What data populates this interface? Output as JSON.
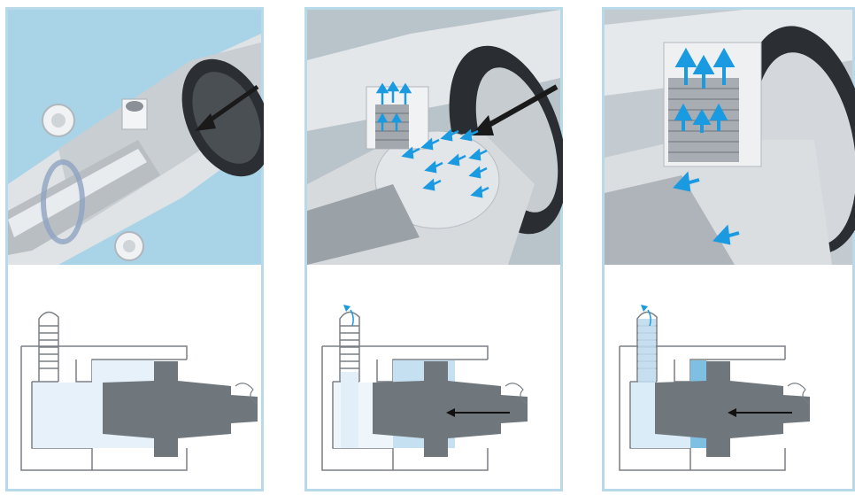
{
  "figure": {
    "panels": [
      {
        "id": "panel-1",
        "stage": "piston-start",
        "piston_arrow": true,
        "air_arrows": false,
        "cushion_fill": "light"
      },
      {
        "id": "panel-2",
        "stage": "air-displaced",
        "piston_arrow": true,
        "air_arrows": true,
        "cushion_fill": "medium"
      },
      {
        "id": "panel-3",
        "stage": "end-position",
        "piston_arrow": true,
        "air_arrows": true,
        "cushion_fill": "dark"
      }
    ],
    "colors": {
      "frame": "#b7d9ea",
      "photo_bg": "#a9d3e6",
      "schematic_line": "#7a7f84",
      "piston": "#6f777d",
      "air_light": "#e6f1f9",
      "air_medium": "#c5e0f0",
      "air_dark": "#7fc0e2",
      "arrow_blue": "#1a9ae0",
      "arrow_black": "#1a1a1a"
    },
    "icons": [
      "hose-fitting-icon",
      "piston-direction-arrow-icon",
      "air-flow-arrow-icon"
    ]
  }
}
